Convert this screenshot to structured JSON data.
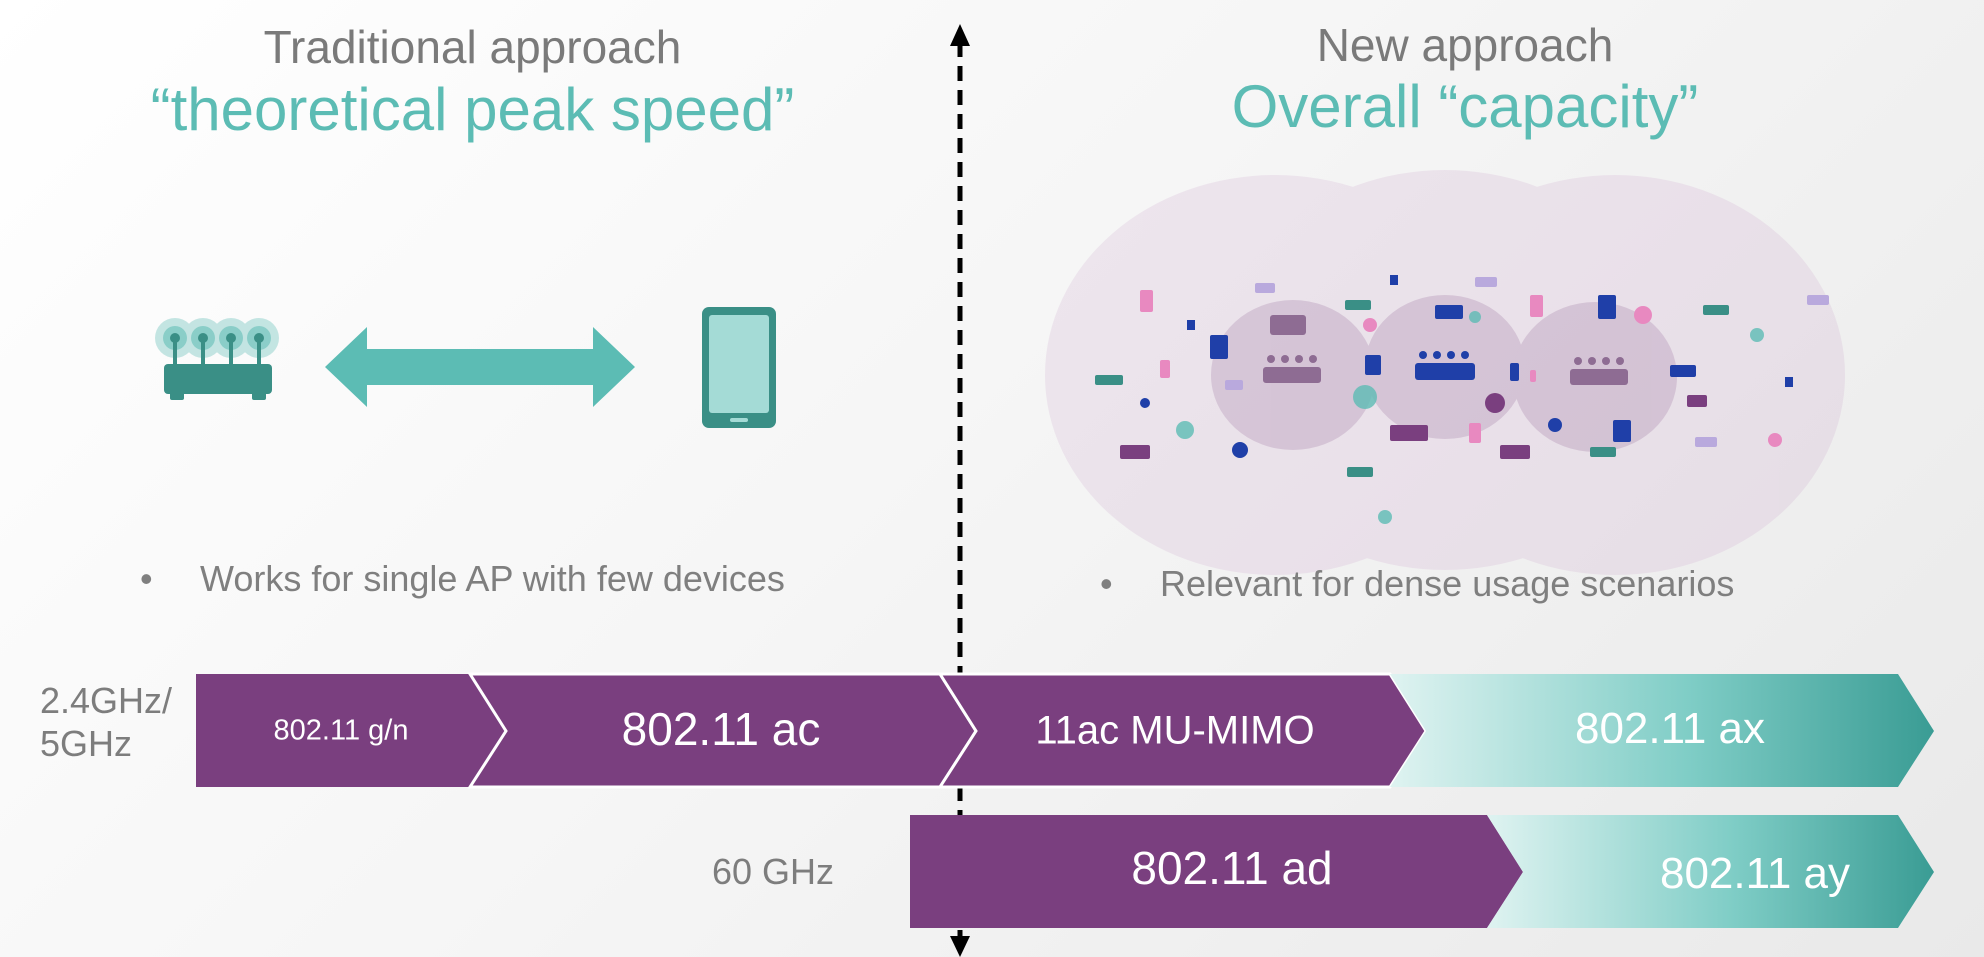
{
  "left": {
    "heading": "Traditional approach",
    "subheading": "“theoretical peak speed”",
    "bullet": "Works for single AP with few devices"
  },
  "right": {
    "heading": "New approach",
    "subheading": "Overall “capacity”",
    "bullet": "Relevant for dense usage scenarios"
  },
  "bands": {
    "band_24_5": "2.4GHz/\n5GHz",
    "band_60": "60 GHz"
  },
  "segments": {
    "g_n": "802.11 g/n",
    "ac": "802.11 ac",
    "mu_mimo": "11ac MU-MIMO",
    "ax": "802.11 ax",
    "ad": "802.11 ad",
    "ay": "802.11 ay"
  },
  "colors": {
    "purple": "#7a3f7f",
    "teal": "#5cbcb4",
    "teal_dark": "#3f9f98",
    "gray_text": "#7a7a7a"
  },
  "icons": [
    "router-icon",
    "double-arrow-icon",
    "smartphone-icon",
    "coverage-cluster-icon",
    "divider-arrow-icon"
  ]
}
